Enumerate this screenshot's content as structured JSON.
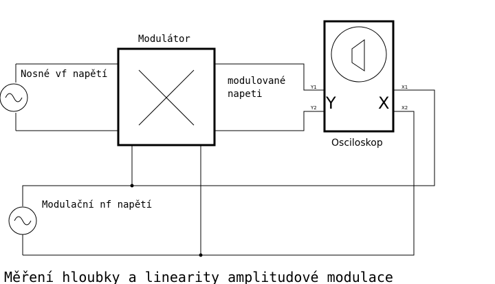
{
  "labels": {
    "carrier_source": "Nosné vf napětí",
    "modulator": "Modulátor",
    "modulated_signal_line1": "modulované",
    "modulated_signal_line2": "napeti",
    "oscilloscope": "Osciloskop",
    "modulating_source": "Modulační nf napětí",
    "y_channel": "Y",
    "x_channel": "X",
    "y1": "Y1",
    "y2": "Y2",
    "x1": "X1",
    "x2": "X2"
  },
  "caption": "Měření hloubky a linearity amplitudové modulace",
  "icons": {
    "carrier_source": "ac-source-icon",
    "modulating_source": "ac-source-icon",
    "modulator": "multiplier-x-icon",
    "oscilloscope_screen": "crt-screen-icon"
  }
}
